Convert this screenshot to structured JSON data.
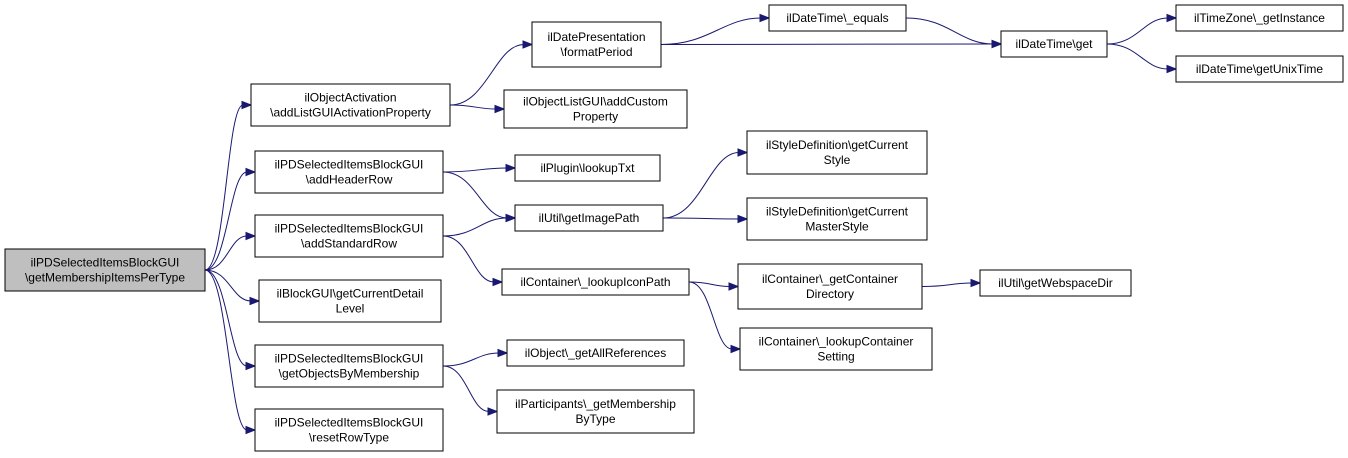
{
  "colors": {
    "edge": "#191970",
    "root_fill": "#bfbfbf",
    "node_fill": "#ffffff",
    "node_border": "#000000"
  },
  "nodes": [
    {
      "id": "root",
      "lines": [
        "ilPDSelectedItemsBlockGUI",
        "\\getMembershipItemsPerType"
      ]
    },
    {
      "id": "objact",
      "lines": [
        "ilObjectActivation",
        "\\addListGUIActivationProperty"
      ]
    },
    {
      "id": "hdr",
      "lines": [
        "ilPDSelectedItemsBlockGUI",
        "\\addHeaderRow"
      ]
    },
    {
      "id": "std",
      "lines": [
        "ilPDSelectedItemsBlockGUI",
        "\\addStandardRow"
      ]
    },
    {
      "id": "blk",
      "lines": [
        "ilBlockGUI\\getCurrentDetail",
        "Level"
      ]
    },
    {
      "id": "objmem",
      "lines": [
        "ilPDSelectedItemsBlockGUI",
        "\\getObjectsByMembership"
      ]
    },
    {
      "id": "reset",
      "lines": [
        "ilPDSelectedItemsBlockGUI",
        "\\resetRowType"
      ]
    },
    {
      "id": "datepres",
      "lines": [
        "ilDatePresentation",
        "\\formatPeriod"
      ]
    },
    {
      "id": "objlist",
      "lines": [
        "ilObjectListGUI\\addCustom",
        "Property"
      ]
    },
    {
      "id": "plugin",
      "lines": [
        "ilPlugin\\lookupTxt"
      ]
    },
    {
      "id": "imgpath",
      "lines": [
        "ilUtil\\getImagePath"
      ]
    },
    {
      "id": "iconpath",
      "lines": [
        "ilContainer\\_lookupIconPath"
      ]
    },
    {
      "id": "allrefs",
      "lines": [
        "ilObject\\_getAllReferences"
      ]
    },
    {
      "id": "partic",
      "lines": [
        "ilParticipants\\_getMembership",
        "ByType"
      ]
    },
    {
      "id": "equals",
      "lines": [
        "ilDateTime\\_equals"
      ]
    },
    {
      "id": "dtget",
      "lines": [
        "ilDateTime\\get"
      ]
    },
    {
      "id": "tzinst",
      "lines": [
        "ilTimeZone\\_getInstance"
      ]
    },
    {
      "id": "unixtime",
      "lines": [
        "ilDateTime\\getUnixTime"
      ]
    },
    {
      "id": "stylecur",
      "lines": [
        "ilStyleDefinition\\getCurrent",
        "Style"
      ]
    },
    {
      "id": "stylemaster",
      "lines": [
        "ilStyleDefinition\\getCurrent",
        "MasterStyle"
      ]
    },
    {
      "id": "contdir",
      "lines": [
        "ilContainer\\_getContainer",
        "Directory"
      ]
    },
    {
      "id": "contsetting",
      "lines": [
        "ilContainer\\_lookupContainer",
        "Setting"
      ]
    },
    {
      "id": "webspace",
      "lines": [
        "ilUtil\\getWebspaceDir"
      ]
    }
  ],
  "edges": [
    [
      "root",
      "objact"
    ],
    [
      "root",
      "hdr"
    ],
    [
      "root",
      "std"
    ],
    [
      "root",
      "blk"
    ],
    [
      "root",
      "objmem"
    ],
    [
      "root",
      "reset"
    ],
    [
      "objact",
      "datepres"
    ],
    [
      "objact",
      "objlist"
    ],
    [
      "hdr",
      "plugin"
    ],
    [
      "hdr",
      "imgpath"
    ],
    [
      "std",
      "imgpath"
    ],
    [
      "std",
      "iconpath"
    ],
    [
      "objmem",
      "allrefs"
    ],
    [
      "objmem",
      "partic"
    ],
    [
      "datepres",
      "equals"
    ],
    [
      "datepres",
      "dtget"
    ],
    [
      "equals",
      "dtget"
    ],
    [
      "dtget",
      "tzinst"
    ],
    [
      "dtget",
      "unixtime"
    ],
    [
      "imgpath",
      "stylecur"
    ],
    [
      "imgpath",
      "stylemaster"
    ],
    [
      "iconpath",
      "contdir"
    ],
    [
      "iconpath",
      "contsetting"
    ],
    [
      "contdir",
      "webspace"
    ]
  ]
}
